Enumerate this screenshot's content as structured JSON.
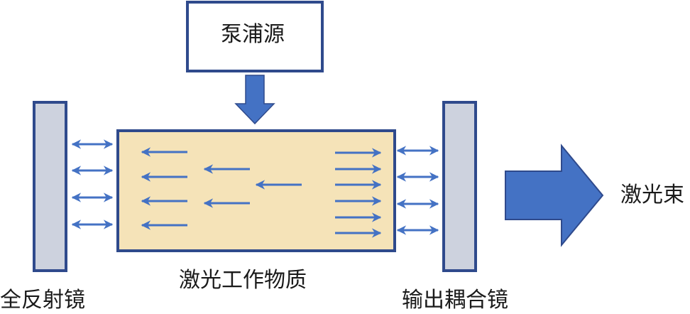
{
  "labels": {
    "pump_source": "泵浦源",
    "full_mirror": "全反射镜",
    "gain_medium": "激光工作物质",
    "output_coupler": "输出耦合镜",
    "laser_beam": "激光束"
  },
  "colors": {
    "arrow_blue": "#4472c4",
    "border_navy": "#2f4a8c",
    "mirror_fill": "#cdd2de",
    "medium_fill": "#f5e3b8",
    "box_fill": "#ffffff"
  }
}
